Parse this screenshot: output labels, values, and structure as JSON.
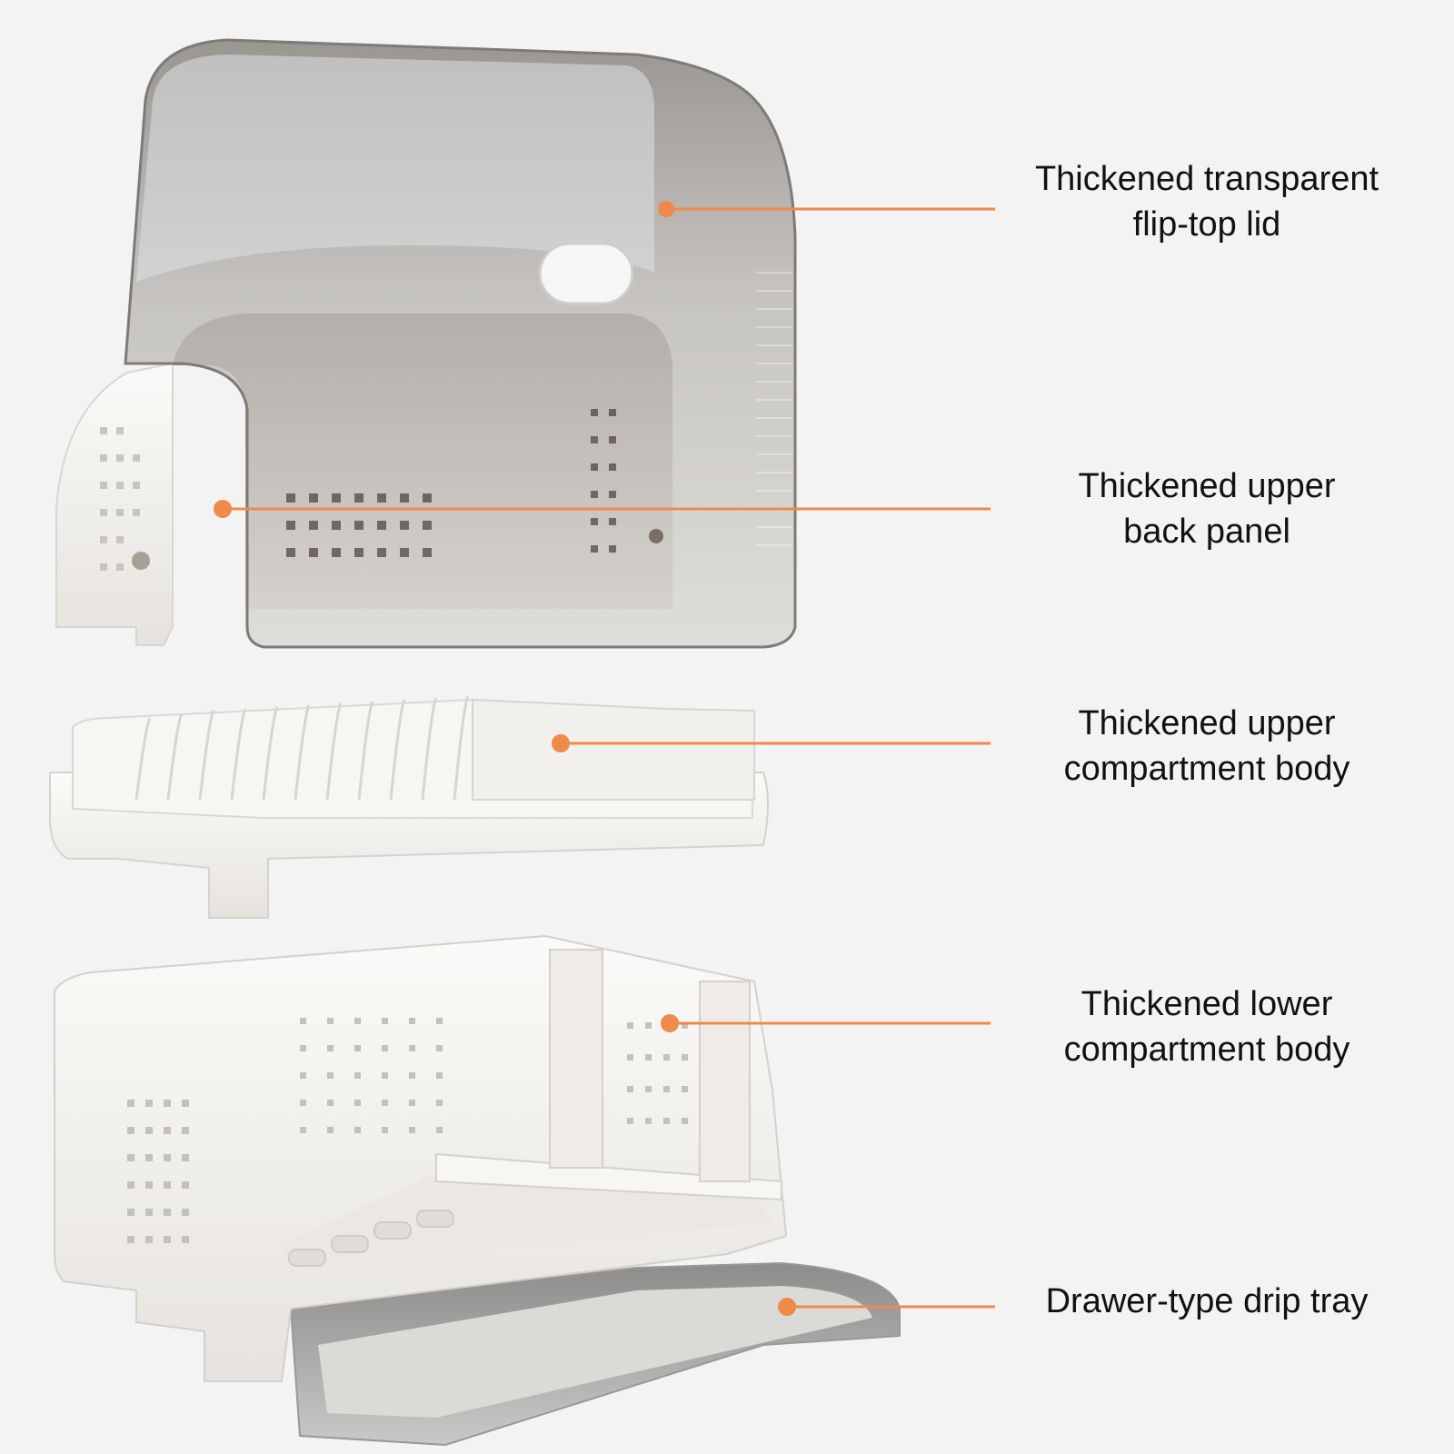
{
  "callouts": [
    {
      "id": "lid",
      "lines": [
        "Thickened transparent",
        "flip-top lid"
      ]
    },
    {
      "id": "back-panel",
      "lines": [
        "Thickened upper",
        "back panel"
      ]
    },
    {
      "id": "upper-body",
      "lines": [
        "Thickened upper",
        "compartment body"
      ]
    },
    {
      "id": "lower-body",
      "lines": [
        "Thickened lower",
        "compartment body"
      ]
    },
    {
      "id": "drip-tray",
      "lines": [
        "Drawer-type drip tray"
      ]
    }
  ],
  "colors": {
    "background": "#f3f3f3",
    "accent": "#f08a4b",
    "lid_tint": "#8f8b86",
    "plastic_white": "#f7f6f3"
  }
}
